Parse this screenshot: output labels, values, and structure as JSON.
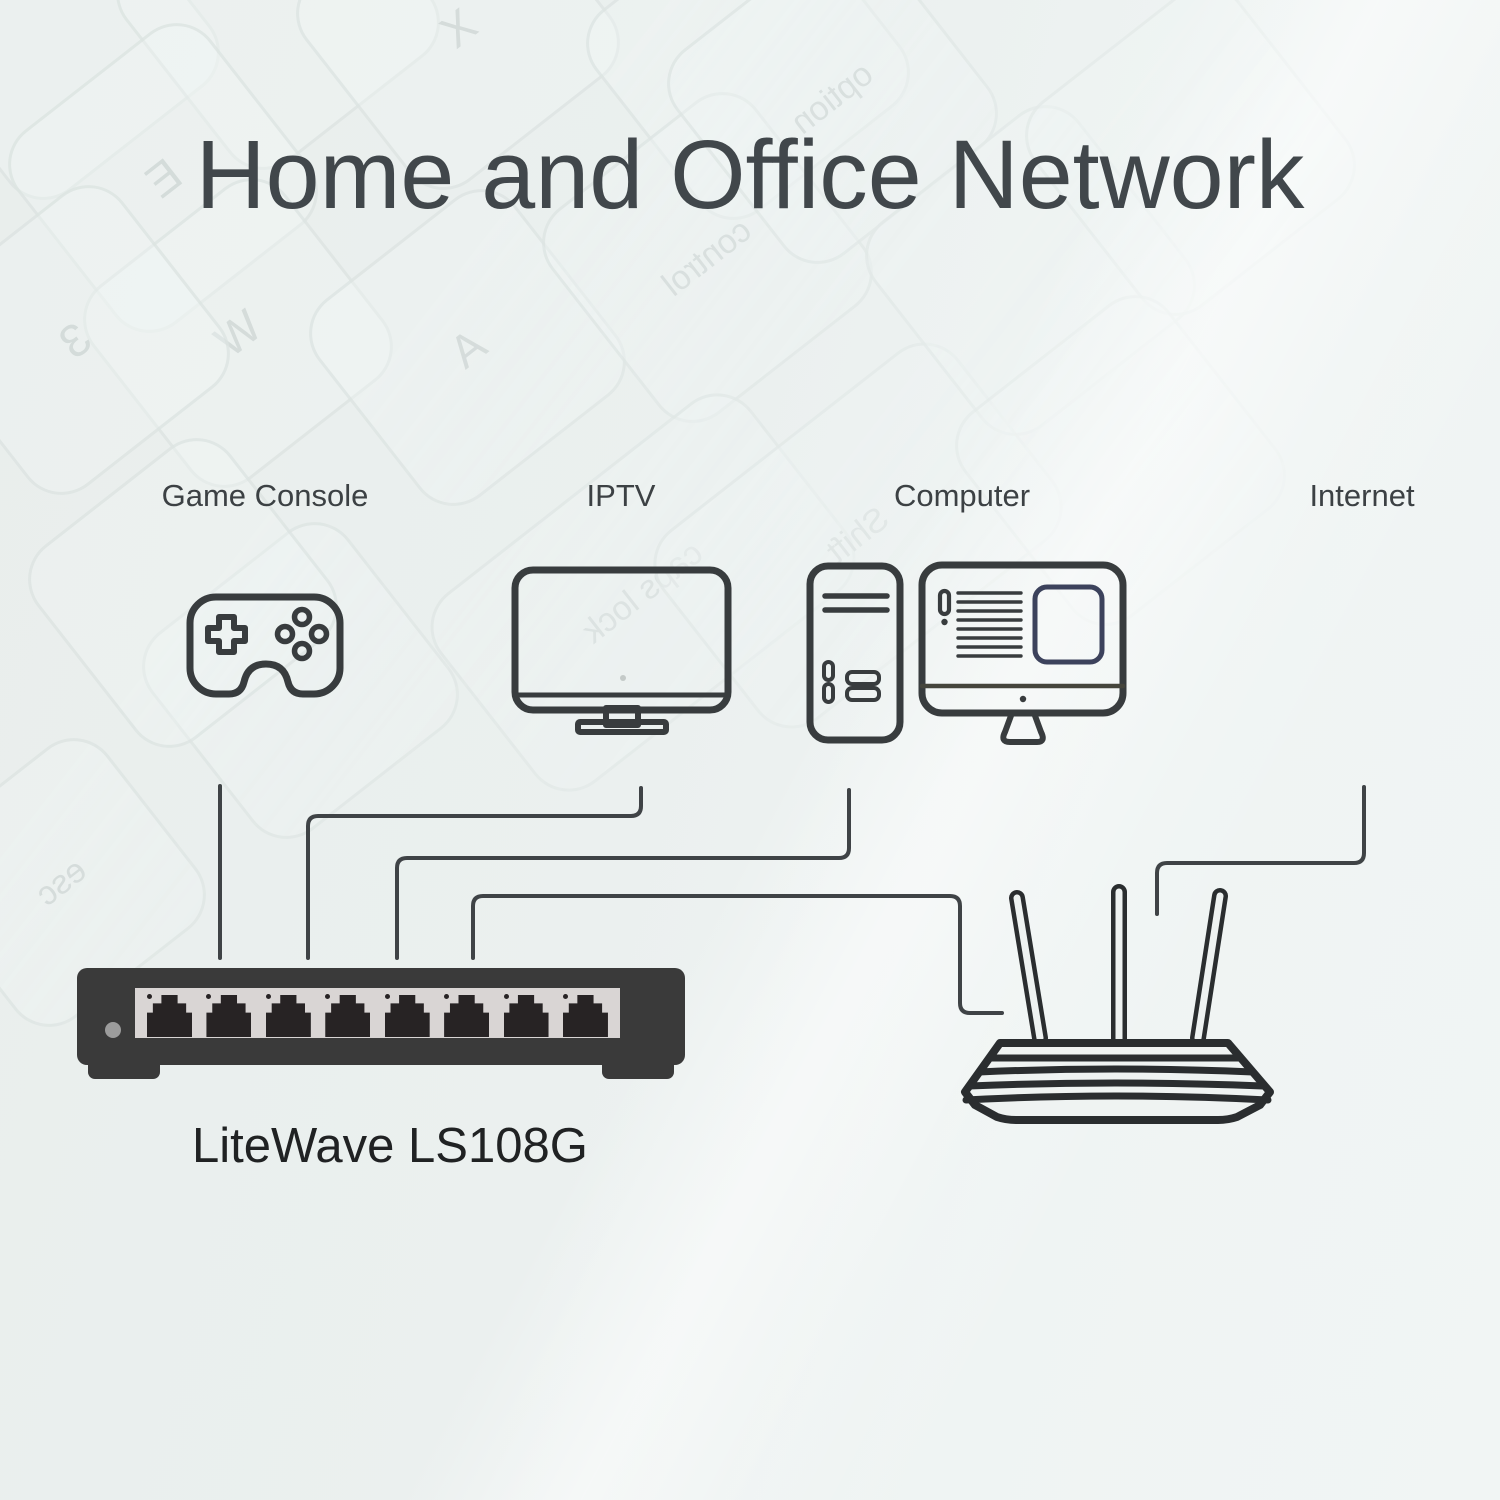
{
  "title": "Home and Office Network",
  "devices": [
    {
      "name": "game-console",
      "label": "Game Console"
    },
    {
      "name": "iptv",
      "label": "IPTV"
    },
    {
      "name": "computer",
      "label": "Computer"
    },
    {
      "name": "internet",
      "label": "Internet"
    }
  ],
  "switch": {
    "model": "LiteWave LS108G",
    "port_count": 8,
    "led_count": 1
  },
  "router": {
    "antenna_count": 3
  },
  "connections": [
    {
      "from": "game-console",
      "to": "switch"
    },
    {
      "from": "iptv",
      "to": "switch"
    },
    {
      "from": "computer",
      "to": "switch"
    },
    {
      "from": "switch",
      "to": "router"
    },
    {
      "from": "internet",
      "to": "router"
    }
  ],
  "background": {
    "keyboard_keys": [
      "X",
      "E",
      "W",
      "3",
      "A",
      "control",
      "option",
      "caps lock",
      "Shift",
      "esc"
    ]
  },
  "colors": {
    "background": "#ebf0ef",
    "icon_stroke": "#383c3e",
    "router_stroke": "#2a2d2f",
    "cable": "#3f4346",
    "switch_body": "#3a3a3a",
    "switch_panel": "#d9d5d4",
    "switch_port": "#272324",
    "switch_led": "#9c9c9c",
    "monitor_window_stroke": "#3c425c",
    "title_text": "#41474b",
    "label_text": "#3c4144"
  }
}
